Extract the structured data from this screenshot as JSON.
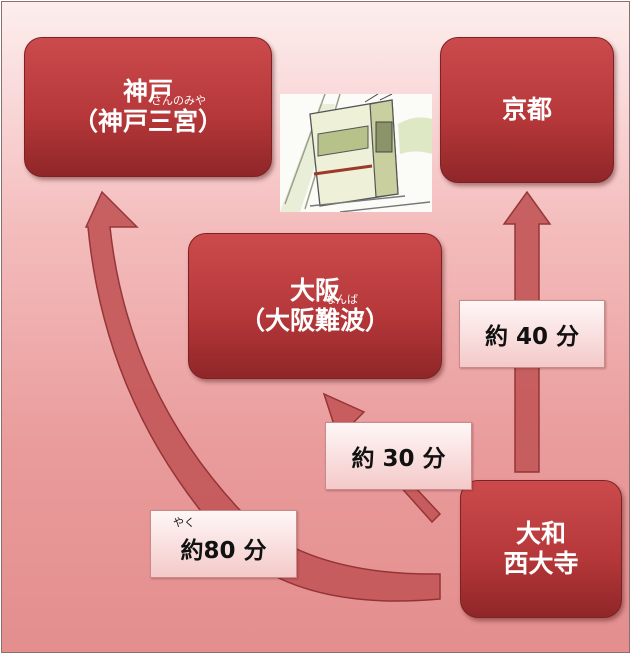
{
  "stations": {
    "kobe": {
      "name": "神戸",
      "sub": "（神戸三宮）",
      "ruby": "さんのみや"
    },
    "kyoto": {
      "name": "京都"
    },
    "osaka": {
      "name": "大阪",
      "sub": "（大阪難波）",
      "ruby": "なんば"
    },
    "yamato": {
      "line1": "大和",
      "line2": "西大寺"
    }
  },
  "times": {
    "kyoto": "約 40 分",
    "osaka": "約 30 分",
    "kobe": "約80 分",
    "kobe_ruby": "やく"
  },
  "colors": {
    "station": "#b7383a",
    "arrow": "#c35a5c",
    "background": "#f2b4b4"
  }
}
